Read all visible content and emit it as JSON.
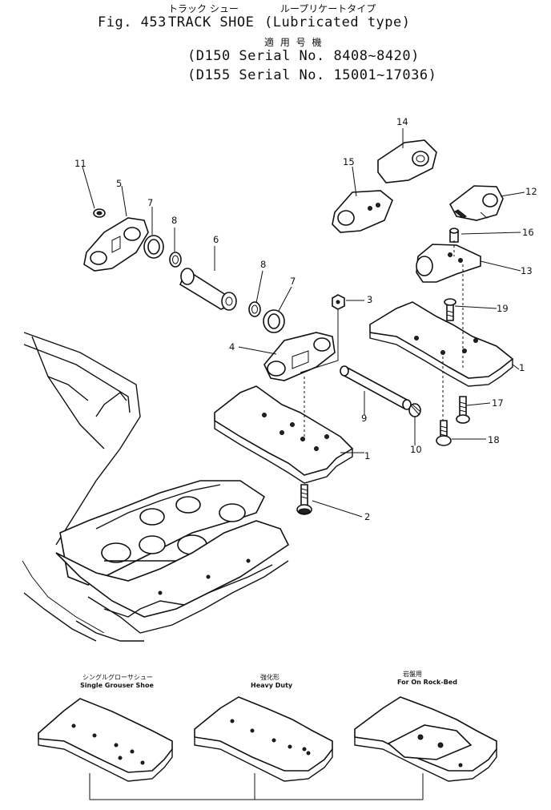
{
  "header": {
    "jp_title": "トラック シュー",
    "jp_type": "ループリケートタイプ",
    "fig_label": "Fig. 453",
    "title": "TRACK SHOE",
    "type_en": "(Lubricated type)",
    "jp_applicable": "適 用 号 機",
    "serial_1": "(D150 Serial No. 8408~8420)",
    "serial_2": "(D155 Serial No. 15001~17036)"
  },
  "callouts": [
    "1",
    "1",
    "2",
    "3",
    "4",
    "5",
    "6",
    "7",
    "7",
    "8",
    "8",
    "9",
    "10",
    "11",
    "12",
    "13",
    "14",
    "15",
    "16",
    "17",
    "18",
    "19"
  ],
  "variants": [
    {
      "jp": "シングルグローサシュー",
      "en": "Single Grouser Shoe"
    },
    {
      "jp": "強化形",
      "en": "Heavy Duty"
    },
    {
      "jp": "岩盤用",
      "en": "For On Rock-Bed"
    }
  ]
}
